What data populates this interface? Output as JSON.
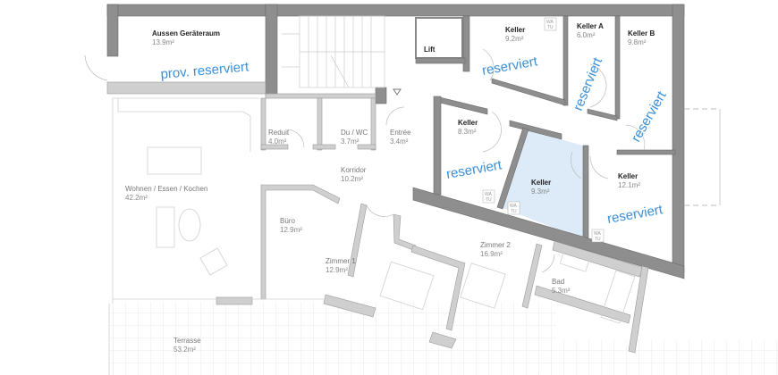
{
  "rooms": [
    {
      "id": "aussen",
      "name": "Aussen Geräteraum",
      "area": "13.9m²"
    },
    {
      "id": "reduit",
      "name": "Reduit",
      "area": "4.0m²"
    },
    {
      "id": "du-wc",
      "name": "Du / WC",
      "area": "3.7m²"
    },
    {
      "id": "entree",
      "name": "Entrée",
      "area": "3.4m²"
    },
    {
      "id": "korridor",
      "name": "Korridor",
      "area": "10.2m²"
    },
    {
      "id": "wohnen",
      "name": "Wohnen / Essen / Kochen",
      "area": "42.2m²"
    },
    {
      "id": "buero",
      "name": "Büro",
      "area": "12.9m²"
    },
    {
      "id": "zimmer1",
      "name": "Zimmer 1",
      "area": "12.9m²"
    },
    {
      "id": "zimmer2",
      "name": "Zimmer 2",
      "area": "16.9m²"
    },
    {
      "id": "bad",
      "name": "Bad",
      "area": "5.3m²"
    },
    {
      "id": "terrasse",
      "name": "Terrasse",
      "area": "53.2m²"
    },
    {
      "id": "lift",
      "name": "Lift",
      "area": ""
    },
    {
      "id": "keller-top",
      "name": "Keller",
      "area": "9.2m²"
    },
    {
      "id": "keller-a",
      "name": "Keller A",
      "area": "6.0m²"
    },
    {
      "id": "keller-b",
      "name": "Keller B",
      "area": "9.8m²"
    },
    {
      "id": "keller-left",
      "name": "Keller",
      "area": "8.3m²"
    },
    {
      "id": "keller-selected",
      "name": "Keller",
      "area": "9.3m²"
    },
    {
      "id": "keller-right",
      "name": "Keller",
      "area": "12.1m²"
    }
  ],
  "overlays": {
    "prov_reserviert": "prov. reserviert",
    "reserviert": "reserviert"
  },
  "wa_tu": {
    "line1": "WA",
    "line2": "TU"
  },
  "colors": {
    "wall": "#8e8e8e",
    "selected_room": "#dcebf7",
    "reserved_text": "#3a8fd6"
  }
}
